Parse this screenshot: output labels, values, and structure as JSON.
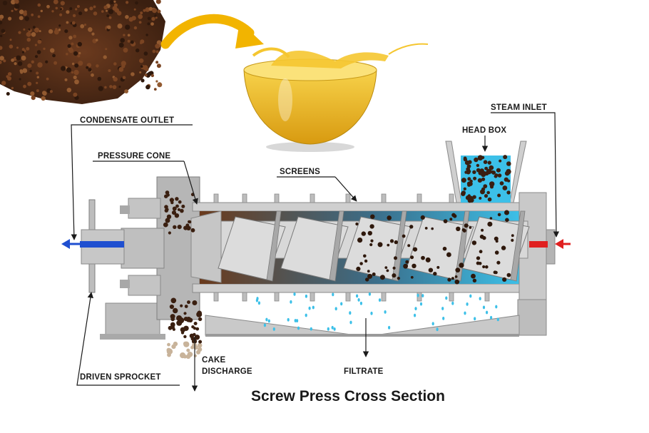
{
  "diagram": {
    "title": "Screw Press Cross Section",
    "labels": {
      "condensate_outlet": "CONDENSATE OUTLET",
      "pressure_cone": "PRESSURE CONE",
      "screens": "SCREENS",
      "steam_inlet": "STEAM INLET",
      "head_box": "HEAD BOX",
      "driven_sprocket": "DRIVEN SPROCKET",
      "cake_line1": "CAKE",
      "cake_line2": "DISCHARGE",
      "filtrate": "FILTRATE"
    },
    "colors": {
      "casing": "#cfcfcf",
      "casing_dark": "#9a9a9a",
      "screw": "#d6d6d6",
      "cake": "#5a3520",
      "oil": "#3cc0e8",
      "outlet_flow": "#1f4fd0",
      "inlet_flow": "#e02020",
      "seed_arrow": "#f2b400",
      "oil_bowl": "#e8b820"
    }
  }
}
